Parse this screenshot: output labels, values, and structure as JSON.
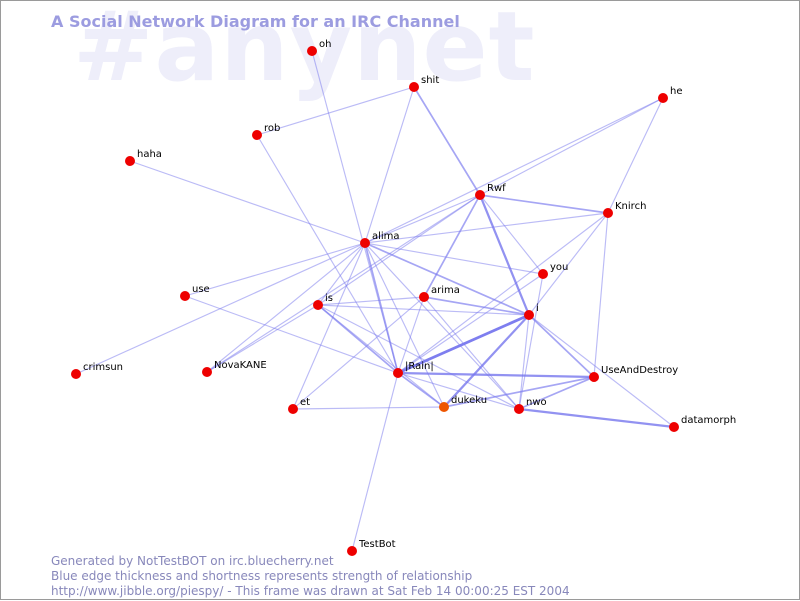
{
  "watermark": "#anynet",
  "title": "A Social Network Diagram for an IRC Channel",
  "footer": {
    "line1": "Generated by NotTestBOT on irc.bluecherry.net",
    "line2": "Blue edge thickness and shortness represents strength of relationship",
    "line3": "http://www.jibble.org/piespy/ - This frame was drawn at Sat Feb 14 00:00:25 EST 2004"
  },
  "colors": {
    "node": "#ee0000",
    "node_alt": "#ee5500",
    "edge": "#7777ee",
    "title": "#9c9ce0",
    "footer": "#8888bb",
    "watermark": "#eeeefa"
  },
  "nodes": [
    {
      "id": "oh",
      "label": "oh"
    },
    {
      "id": "shit",
      "label": "shit"
    },
    {
      "id": "he",
      "label": "he"
    },
    {
      "id": "rob",
      "label": "rob"
    },
    {
      "id": "haha",
      "label": "haha"
    },
    {
      "id": "Rwf",
      "label": "Rwf"
    },
    {
      "id": "Knirch",
      "label": "Knirch"
    },
    {
      "id": "alima",
      "label": "alima"
    },
    {
      "id": "you",
      "label": "you"
    },
    {
      "id": "use",
      "label": "use"
    },
    {
      "id": "arima",
      "label": "arima"
    },
    {
      "id": "is",
      "label": "is"
    },
    {
      "id": "i",
      "label": "i"
    },
    {
      "id": "crimsun",
      "label": "crimsun"
    },
    {
      "id": "NovaKANE",
      "label": "NovaKANE"
    },
    {
      "id": "Rain",
      "label": "|Rain|"
    },
    {
      "id": "UseAndDestroy",
      "label": "UseAndDestroy"
    },
    {
      "id": "et",
      "label": "et"
    },
    {
      "id": "dukeku",
      "label": "dukeku",
      "alt": true
    },
    {
      "id": "nwo",
      "label": "nwo"
    },
    {
      "id": "datamorph",
      "label": "datamorph"
    },
    {
      "id": "TestBot",
      "label": "TestBot"
    }
  ],
  "edges": [
    {
      "a": "oh",
      "b": "Rain",
      "w": 1
    },
    {
      "a": "shit",
      "b": "rob",
      "w": 1
    },
    {
      "a": "shit",
      "b": "alima",
      "w": 1
    },
    {
      "a": "shit",
      "b": "Rwf",
      "w": 2
    },
    {
      "a": "rob",
      "b": "Rain",
      "w": 1
    },
    {
      "a": "haha",
      "b": "alima",
      "w": 1
    },
    {
      "a": "he",
      "b": "Rwf",
      "w": 1
    },
    {
      "a": "he",
      "b": "Knirch",
      "w": 1
    },
    {
      "a": "he",
      "b": "alima",
      "w": 1
    },
    {
      "a": "Rwf",
      "b": "Knirch",
      "w": 2
    },
    {
      "a": "Rwf",
      "b": "alima",
      "w": 1
    },
    {
      "a": "Rwf",
      "b": "arima",
      "w": 2
    },
    {
      "a": "Rwf",
      "b": "i",
      "w": 3
    },
    {
      "a": "Rwf",
      "b": "you",
      "w": 1
    },
    {
      "a": "Rwf",
      "b": "is",
      "w": 1
    },
    {
      "a": "Rwf",
      "b": "NovaKANE",
      "w": 1
    },
    {
      "a": "Knirch",
      "b": "alima",
      "w": 1
    },
    {
      "a": "Knirch",
      "b": "i",
      "w": 1
    },
    {
      "a": "Knirch",
      "b": "UseAndDestroy",
      "w": 1
    },
    {
      "a": "Knirch",
      "b": "Rain",
      "w": 1
    },
    {
      "a": "alima",
      "b": "you",
      "w": 1
    },
    {
      "a": "alima",
      "b": "i",
      "w": 2
    },
    {
      "a": "alima",
      "b": "use",
      "w": 1
    },
    {
      "a": "alima",
      "b": "crimsun",
      "w": 1
    },
    {
      "a": "alima",
      "b": "NovaKANE",
      "w": 1
    },
    {
      "a": "alima",
      "b": "is",
      "w": 1
    },
    {
      "a": "alima",
      "b": "Rain",
      "w": 2
    },
    {
      "a": "alima",
      "b": "dukeku",
      "w": 1
    },
    {
      "a": "alima",
      "b": "nwo",
      "w": 1
    },
    {
      "a": "alima",
      "b": "et",
      "w": 1
    },
    {
      "a": "you",
      "b": "Rain",
      "w": 1
    },
    {
      "a": "you",
      "b": "nwo",
      "w": 1
    },
    {
      "a": "arima",
      "b": "i",
      "w": 2
    },
    {
      "a": "arima",
      "b": "Rain",
      "w": 1
    },
    {
      "a": "arima",
      "b": "nwo",
      "w": 1
    },
    {
      "a": "arima",
      "b": "et",
      "w": 1
    },
    {
      "a": "arima",
      "b": "is",
      "w": 1
    },
    {
      "a": "use",
      "b": "Rain",
      "w": 1
    },
    {
      "a": "is",
      "b": "Rain",
      "w": 2
    },
    {
      "a": "is",
      "b": "dukeku",
      "w": 1
    },
    {
      "a": "is",
      "b": "nwo",
      "w": 1
    },
    {
      "a": "is",
      "b": "NovaKANE",
      "w": 1
    },
    {
      "a": "is",
      "b": "i",
      "w": 1
    },
    {
      "a": "i",
      "b": "Rain",
      "w": 4
    },
    {
      "a": "i",
      "b": "dukeku",
      "w": 3
    },
    {
      "a": "i",
      "b": "UseAndDestroy",
      "w": 2
    },
    {
      "a": "i",
      "b": "datamorph",
      "w": 1
    },
    {
      "a": "i",
      "b": "nwo",
      "w": 1
    },
    {
      "a": "Rain",
      "b": "UseAndDestroy",
      "w": 3
    },
    {
      "a": "Rain",
      "b": "dukeku",
      "w": 2
    },
    {
      "a": "Rain",
      "b": "nwo",
      "w": 1
    },
    {
      "a": "Rain",
      "b": "TestBot",
      "w": 1
    },
    {
      "a": "dukeku",
      "b": "UseAndDestroy",
      "w": 2
    },
    {
      "a": "et",
      "b": "dukeku",
      "w": 1
    },
    {
      "a": "nwo",
      "b": "datamorph",
      "w": 3
    },
    {
      "a": "nwo",
      "b": "UseAndDestroy",
      "w": 2
    }
  ]
}
